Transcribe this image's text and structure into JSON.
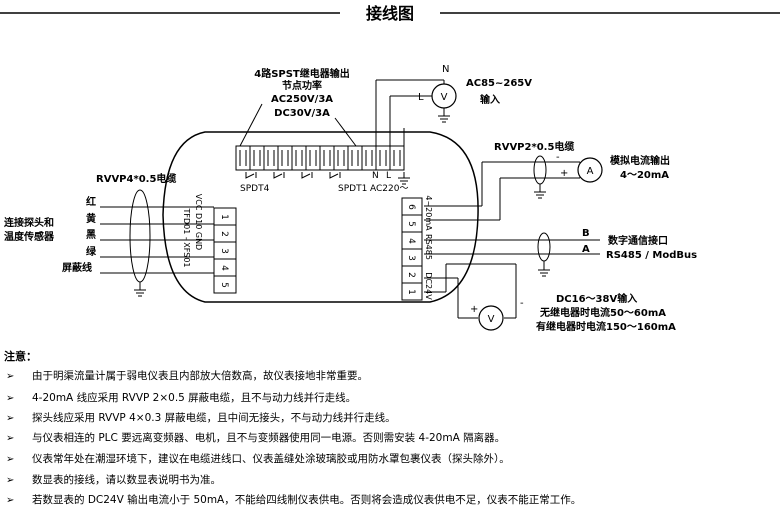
{
  "title": "接线图",
  "relay_block": {
    "title": "4路SPST继电器输出",
    "subtitle": "节点功率",
    "rating_ac": "AC250V/3A",
    "rating_dc": "DC30V/3A",
    "label_spdt4": "SPDT4",
    "label_spdt1": "SPDT1",
    "label_ac220": "AC220～"
  },
  "power": {
    "n": "N",
    "l": "L",
    "label": "AC85~265V",
    "input": "输入",
    "meter": "V"
  },
  "current_output": {
    "cable": "RVVP2*0.5电缆",
    "label": "模拟电流输出",
    "range": "4～20mA",
    "meter": "A",
    "minus": "-",
    "plus": "+"
  },
  "comm": {
    "b": "B",
    "a": "A",
    "label": "数字通信接口",
    "protocol": "RS485 / ModBus"
  },
  "dc_input": {
    "label": "DC16～38V输入",
    "no_relay": "无继电器时电流50～60mA",
    "with_relay": "有继电器时电流150～160mA",
    "meter": "V",
    "minus": "-",
    "plus": "+"
  },
  "sensor": {
    "cable": "RVVP4*0.5电缆",
    "label_line1": "连接探头和",
    "label_line2": "温度传感器",
    "wires": [
      "红",
      "黄",
      "黑",
      "绿",
      "屏蔽线"
    ]
  },
  "left_terminals": {
    "numbers": [
      "1",
      "2",
      "3",
      "4",
      "5"
    ],
    "col1": "VCC D10 GND",
    "col2": "TFD01 - XFS01"
  },
  "right_terminals": {
    "numbers": [
      "6",
      "5",
      "4",
      "3",
      "2",
      "1"
    ],
    "label_420": "4~20mA",
    "label_485": "RS485",
    "label_24v": "DC24V"
  },
  "notes": {
    "title": "注意：",
    "items": [
      "由于明渠流量计属于弱电仪表且内部放大倍数高，故仪表接地非常重要。",
      "4-20mA 线应采用 RVVP 2×0.5 屏蔽电缆，且不与动力线并行走线。",
      "探头线应采用 RVVP 4×0.3 屏蔽电缆，且中间无接头，不与动力线并行走线。",
      "与仪表相连的 PLC 要远离变频器、电机，且不与变频器使用同一电源。否则需安装 4-20mA 隔离器。",
      "仪表常年处在潮湿环境下，建议在电缆进线口、仪表盖缝处涂玻璃胶或用防水罩包裹仪表（探头除外）。",
      "数显表的接线，请以数显表说明书为准。",
      "若数显表的 DC24V 输出电流小于 50mA，不能给四线制仪表供电。否则将会造成仪表供电不足，仪表不能正常工作。"
    ]
  }
}
